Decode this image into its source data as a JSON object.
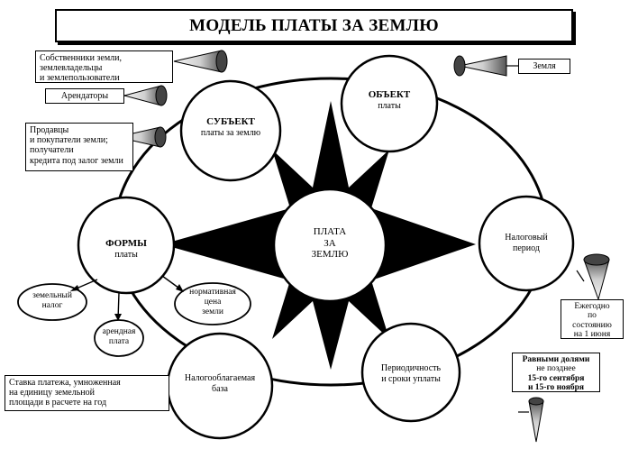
{
  "title": "МОДЕЛЬ ПЛАТЫ ЗА ЗЕМЛЮ",
  "center": {
    "lines": [
      "ПЛАТА",
      "ЗА",
      "ЗЕМЛЮ"
    ]
  },
  "nodes": {
    "subject": {
      "title": "СУБЪЕКТ",
      "subtitle": "платы за землю"
    },
    "object": {
      "title": "ОБЪЕКТ",
      "subtitle": "платы"
    },
    "forms": {
      "title": "ФОРМЫ",
      "subtitle": "платы"
    },
    "tax_period": {
      "title": "Налоговый",
      "subtitle": "период"
    },
    "tax_base": {
      "title": "Налогооблагаемая",
      "subtitle": "база"
    },
    "periodicity": {
      "title": "Периодичность",
      "subtitle": "и сроки уплаты"
    }
  },
  "forms_items": {
    "land_tax": [
      "земельный",
      "налог"
    ],
    "rent": [
      "арендная",
      "плата"
    ],
    "normative_price": [
      "нормативная",
      "цена",
      "земли"
    ]
  },
  "callouts": {
    "owners": [
      "Собственники земли,",
      "землевладельцы",
      "и  землепользователи"
    ],
    "tenants": "Арендаторы",
    "sellers": [
      "Продавцы",
      "и покупатели земли;",
      "получатели",
      "кредита под залог земли"
    ],
    "land": "Земля",
    "june": [
      "Ежегодно",
      "по",
      "состоянию",
      "на 1 июня"
    ],
    "installments": [
      "Равными долями",
      "не позднее",
      "15-го сентября",
      "и 15-го ноября"
    ],
    "rate": [
      "Ставка платежа, умноженная",
      "на единицу земельной",
      "площади в расчете на год"
    ]
  }
}
